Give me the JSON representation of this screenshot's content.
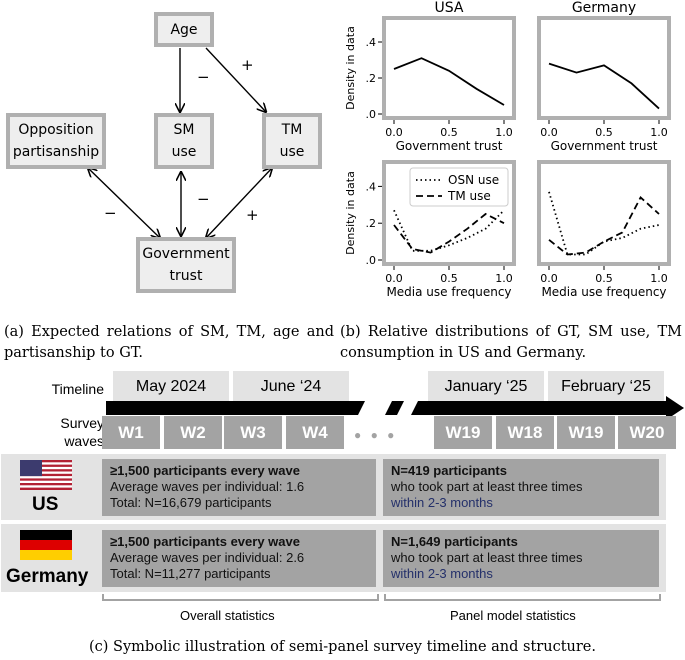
{
  "diagram": {
    "nodes": {
      "age": "Age",
      "sm_line1": "SM",
      "sm_line2": "use",
      "tm_line1": "TM",
      "tm_line2": "use",
      "opp_line1": "Opposition",
      "opp_line2": "partisanship",
      "gt_line1": "Government",
      "gt_line2": "trust"
    },
    "signs": {
      "age_sm": "−",
      "age_tm": "+",
      "opp_gt": "−",
      "sm_gt": "−",
      "tm_gt": "+"
    },
    "caption_a": "(a) Expected relations of SM, TM, age and partisanship to GT."
  },
  "caption_b": "(b) Relative distributions of GT, SM use, TM consumption in US and Germany.",
  "chart_data": [
    {
      "type": "line",
      "title": "USA",
      "xlabel": "Government trust",
      "ylabel": "Density in data",
      "xlim": [
        0,
        1
      ],
      "ylim": [
        0,
        0.5
      ],
      "xticks": [
        "0.0",
        "0.5",
        "1.0"
      ],
      "yticks": [
        ".0",
        ".2",
        ".4"
      ],
      "series": [
        {
          "x": [
            0,
            0.25,
            0.5,
            0.75,
            1.0
          ],
          "values": [
            0.25,
            0.31,
            0.24,
            0.14,
            0.05
          ],
          "style": "solid"
        }
      ]
    },
    {
      "type": "line",
      "title": "Germany",
      "xlabel": "Government trust",
      "ylabel": "",
      "xlim": [
        0,
        1
      ],
      "ylim": [
        0,
        0.5
      ],
      "xticks": [
        "0.0",
        "0.5",
        "1.0"
      ],
      "series": [
        {
          "x": [
            0,
            0.25,
            0.5,
            0.75,
            1.0
          ],
          "values": [
            0.28,
            0.23,
            0.27,
            0.17,
            0.03
          ],
          "style": "solid"
        }
      ]
    },
    {
      "type": "line",
      "title": "",
      "xlabel": "Media use frequency",
      "ylabel": "Density in data",
      "xlim": [
        0,
        1
      ],
      "ylim": [
        0,
        0.5
      ],
      "xticks": [
        "0.0",
        "0.5",
        "1.0"
      ],
      "yticks": [
        ".0",
        ".2",
        ".4"
      ],
      "legend": "top-right",
      "series": [
        {
          "name": "OSN use",
          "style": "dotted",
          "x": [
            0,
            0.167,
            0.333,
            0.5,
            0.667,
            0.833,
            1.0
          ],
          "values": [
            0.27,
            0.05,
            0.05,
            0.08,
            0.12,
            0.17,
            0.27
          ]
        },
        {
          "name": "TM use",
          "style": "dashed",
          "x": [
            0,
            0.167,
            0.333,
            0.5,
            0.667,
            0.833,
            1.0
          ],
          "values": [
            0.19,
            0.06,
            0.04,
            0.1,
            0.17,
            0.25,
            0.2
          ]
        }
      ]
    },
    {
      "type": "line",
      "title": "",
      "xlabel": "Media use frequency",
      "ylabel": "",
      "xlim": [
        0,
        1
      ],
      "ylim": [
        0,
        0.5
      ],
      "xticks": [
        "0.0",
        "0.5",
        "1.0"
      ],
      "series": [
        {
          "name": "OSN use",
          "style": "dotted",
          "x": [
            0,
            0.167,
            0.333,
            0.5,
            0.667,
            0.833,
            1.0
          ],
          "values": [
            0.37,
            0.03,
            0.03,
            0.1,
            0.12,
            0.17,
            0.19
          ]
        },
        {
          "name": "TM use",
          "style": "dashed",
          "x": [
            0,
            0.167,
            0.333,
            0.5,
            0.667,
            0.833,
            1.0
          ],
          "values": [
            0.11,
            0.03,
            0.04,
            0.1,
            0.15,
            0.34,
            0.25
          ]
        }
      ]
    }
  ],
  "timeline": {
    "timeline_label": "Timeline",
    "waves_label_line1": "Survey",
    "waves_label_line2": "waves",
    "periods": [
      "May 2024",
      "June ‘24",
      "January ‘25",
      "February ‘25"
    ],
    "waves": [
      "W1",
      "W2",
      "W3",
      "W4",
      "W19",
      "W18",
      "W19",
      "W20"
    ],
    "ellipsis": "● ● ●",
    "us": {
      "name": "US",
      "overall_bold": "≥1,500 participants every wave",
      "overall_line2": "Average waves per individual: 1.6",
      "overall_line3": "Total: N=16,679 participants",
      "panel_bold": "N=419 participants",
      "panel_line2": "who took part at least three times",
      "panel_line3": "within 2-3 months"
    },
    "germany": {
      "name": "Germany",
      "overall_bold": "≥1,500 participants every wave",
      "overall_line2": "Average waves per individual: 2.6",
      "overall_line3": "Total: N=11,277 participants",
      "panel_bold": "N=1,649 participants",
      "panel_line2": "who took part at least three times",
      "panel_line3": "within 2-3 months"
    },
    "overall_label": "Overall statistics",
    "panel_label": "Panel model statistics",
    "caption_c": "(c) Symbolic illustration of semi-panel survey timeline and structure.",
    "colors": {
      "box": "#a3a3a3",
      "row": "#e3e3e3",
      "arrow": "#000000",
      "blue_text": "#24306a"
    }
  }
}
